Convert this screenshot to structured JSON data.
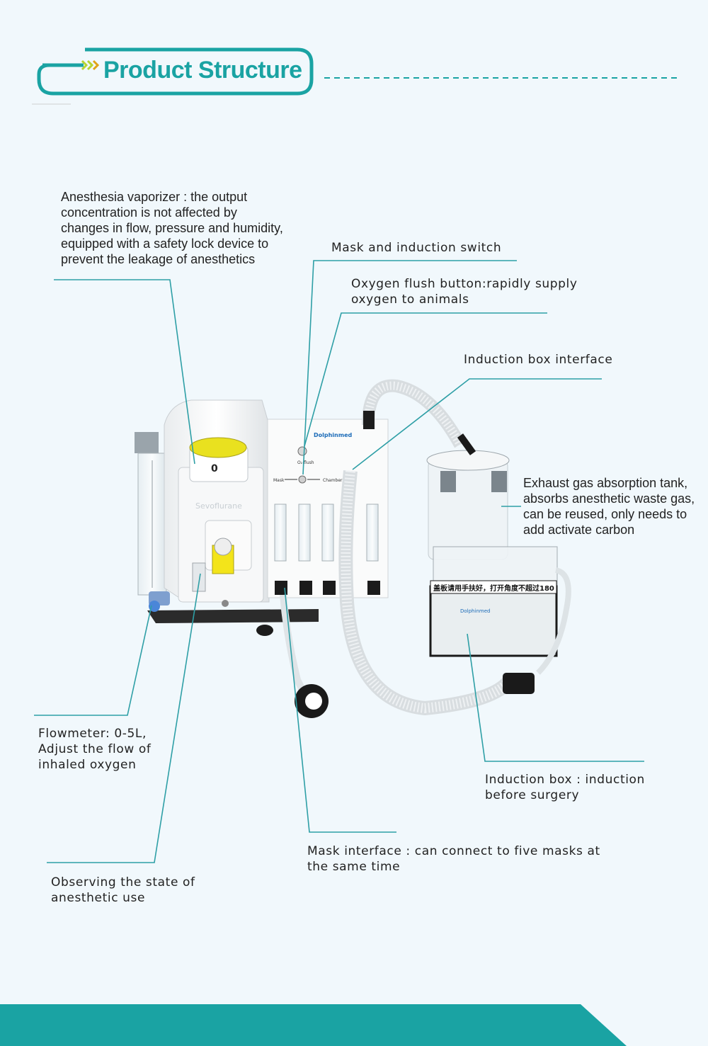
{
  "header": {
    "title": "Product Structure",
    "accent_color": "#1aa3a3"
  },
  "callouts": {
    "vaporizer": [
      "Anesthesia vaporizer : the output",
      "concentration is not affected by",
      "changes in flow, pressure and humidity,",
      "equipped with a safety lock device to",
      "prevent the leakage of anesthetics"
    ],
    "mask_switch": [
      "Mask and induction switch"
    ],
    "oxygen_flush": [
      "Oxygen flush button:rapidly supply",
      "oxygen to animals"
    ],
    "induction_interface": [
      "Induction box interface"
    ],
    "exhaust_tank": [
      "Exhaust gas absorption tank,",
      "absorbs anesthetic waste gas,",
      "can be reused, only needs to",
      "add activate carbon"
    ],
    "flowmeter": [
      "Flowmeter: 0-5L,",
      "Adjust the flow of",
      "inhaled oxygen"
    ],
    "induction_box": [
      "Induction box : induction",
      "before surgery"
    ],
    "mask_interface": [
      "Mask interface : can connect to five masks at",
      "the same time"
    ],
    "observing": [
      "Observing the state of",
      "anesthetic use"
    ]
  },
  "device_labels": {
    "vaporizer_agent": "Sevoflurane",
    "dial_zero": "0",
    "brand": "Dolphinmed",
    "o2_flush": "O₂ flush",
    "mask": "Mask",
    "chamber": "Chamber",
    "box_notice": "盖板请用手扶好，打开角度不超过180"
  },
  "colors": {
    "teal": "#1aa3a3",
    "leader": "#2e9fa6",
    "background": "#f1f8fc"
  }
}
